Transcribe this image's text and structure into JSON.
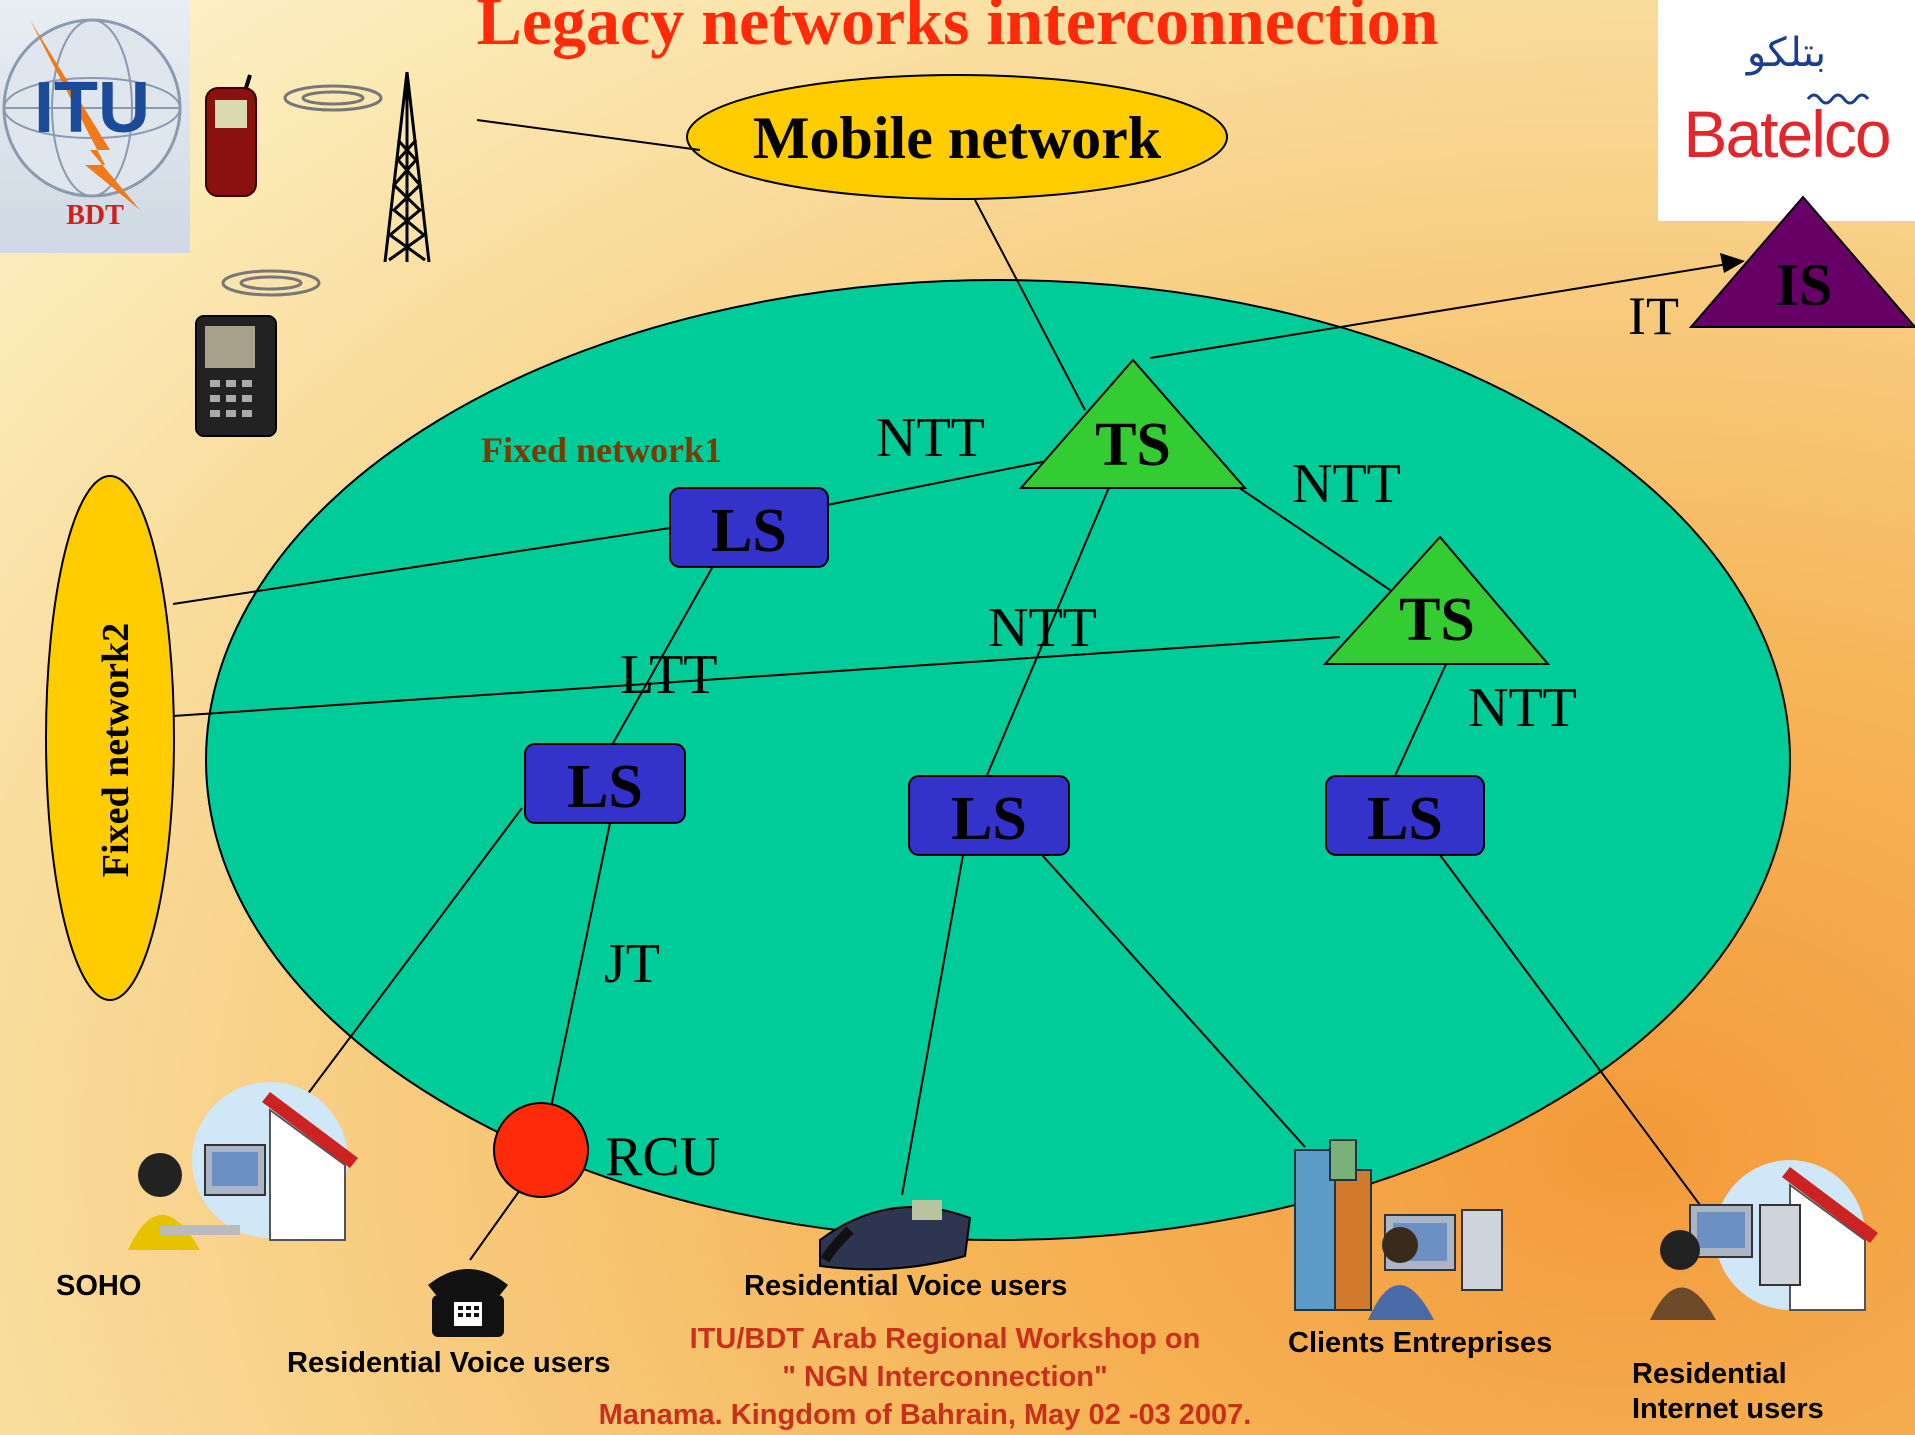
{
  "title": "Legacy networks interconnection",
  "itu_logo": {
    "text": "ITU",
    "caption": "BDT"
  },
  "batelco_logo": {
    "arabic": "بتلكو",
    "word": "Batelco"
  },
  "nodes": {
    "mobile_network": "Mobile network",
    "fixed_network1": "Fixed network1",
    "fixed_network2": "Fixed network2",
    "ts_top": "TS",
    "ts_right": "TS",
    "is": "IS",
    "ls_top": "LS",
    "ls_left": "LS",
    "ls_mid": "LS",
    "ls_right": "LS",
    "rcu": "RCU"
  },
  "link_labels": {
    "it": "IT",
    "ntt_1": "NTT",
    "ntt_2": "NTT",
    "ntt_3": "NTT",
    "ntt_4": "NTT",
    "ltt": "LTT",
    "jt": "JT"
  },
  "user_labels": {
    "soho": "SOHO",
    "residential_voice_phone": "Residential Voice users",
    "residential_voice_desk": "Residential Voice users",
    "clients_entreprises": "Clients Entreprises",
    "residential_internet_1": "Residential",
    "residential_internet_2": "Internet users"
  },
  "footer": {
    "line1": "ITU/BDT Arab Regional Workshop on",
    "line2": "\" NGN Interconnection\"",
    "line3": "Manama. Kingdom of Bahrain, May 02 -03  2007."
  },
  "colors": {
    "title": "#ff2a0a",
    "fixed_network_ellipse": "#00cc99",
    "side_ellipse": "#ffcc00",
    "ls_box": "#3333cc",
    "ts_triangle": "#33cc33",
    "is_triangle": "#660066",
    "rcu_circle": "#ff2a0a",
    "fixed_network1_label": "#7a3a00",
    "footer": "#c8301c"
  }
}
